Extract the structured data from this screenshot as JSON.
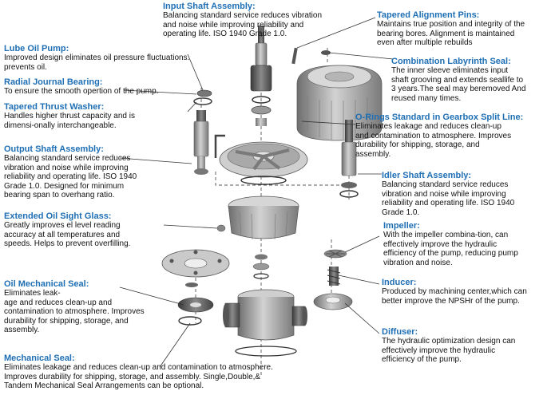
{
  "colors": {
    "title": "#1f6fb5",
    "text": "#111111",
    "leader": "#333333",
    "part": "#8c8c8c"
  },
  "callouts": {
    "input_shaft": {
      "title": "Input Shaft Assembly:",
      "text": "Balancing standard service reduces vibration\nand noise while improving reliability and\noperating life. ISO 1940 Grade 1.0."
    },
    "tapered_pins": {
      "title": "Tapered Alignment Pins:",
      "text": "Maintains true position and integrity of the\nbearing bores. Alignment is maintained\neven after multiple rebuilds"
    },
    "lube_pump": {
      "title": "Lube Oil Pump:",
      "text": "Improved design eliminates oil pressure fluctuations.\nprevents oil."
    },
    "radial_bearing": {
      "title": "Radial Journal Bearing:",
      "text": "To ensure the smooth opertion of the pump."
    },
    "labyrinth_seal": {
      "title": "Combination Labyrinth Seal:",
      "text": "The inner sleeve eliminates input\nshaft grooving and extends seallife to\n3 years.The seal may beremoved  And\nreused many times."
    },
    "thrust_washer": {
      "title": "Tapered Thrust Washer:",
      "text": "Handles higher thrust capacity and is\ndimensi-onally interchangeable."
    },
    "o_rings": {
      "title": "O-Rings Standard in Gearbox Split Line:",
      "text": "Eliminates leakage and reduces clean-up\nand contamination to atmosphere. Improves\ndurability for shipping, storage, and\nassembly."
    },
    "output_shaft": {
      "title": "Output Shaft Assembly:",
      "text": "Balancing standard service reduces\nvibration and noise while improving\nreliability and operating life. ISO 1940\nGrade 1.0. Designed for minimum\nbearing span to overhang ratio."
    },
    "idler_shaft": {
      "title": "Idler Shaft Assembly:",
      "text": "Balancing standard service reduces\nvibration and noise while improving\nreliability and operating life. ISO 1940\nGrade 1.0."
    },
    "sight_glass": {
      "title": "Extended Oil Sight Glass:",
      "text": "Greatly improves el level reading\naccuracy at all temperatures and\nspeeds. Helps to prevent overfilling."
    },
    "impeller": {
      "title": "Impeller:",
      "text": "With the impeller combina-tion, can\neffectively improve the hydraulic\nefficiency of the pump, reducing pump\nvibration and noise."
    },
    "oil_mech_seal": {
      "title": "Oil Mechanical Seal:",
      "text": "Eliminates leak-\nage and reduces clean-up and\ncontamination to atmosphere. Improves\ndurability for shipping, storage, and\nassembly."
    },
    "inducer": {
      "title": "Inducer:",
      "text": "Produced by machining center,which can\nbetter improve the NPSHr of the pump."
    },
    "diffuser": {
      "title": "Diffuser:",
      "text": "The hydraulic optimization design can\neffectively improve the hydraulic\nefficiency of the pump."
    },
    "mech_seal": {
      "title": "Mechanical Seal:",
      "text": "Eliminates leakage and reduces clean-up and contamination to atmosphere.\nImproves durability for shipping, storage, and assembly. Single,Double,&\nTandem Mechanical Seal  Arrangements  can be optional."
    }
  }
}
